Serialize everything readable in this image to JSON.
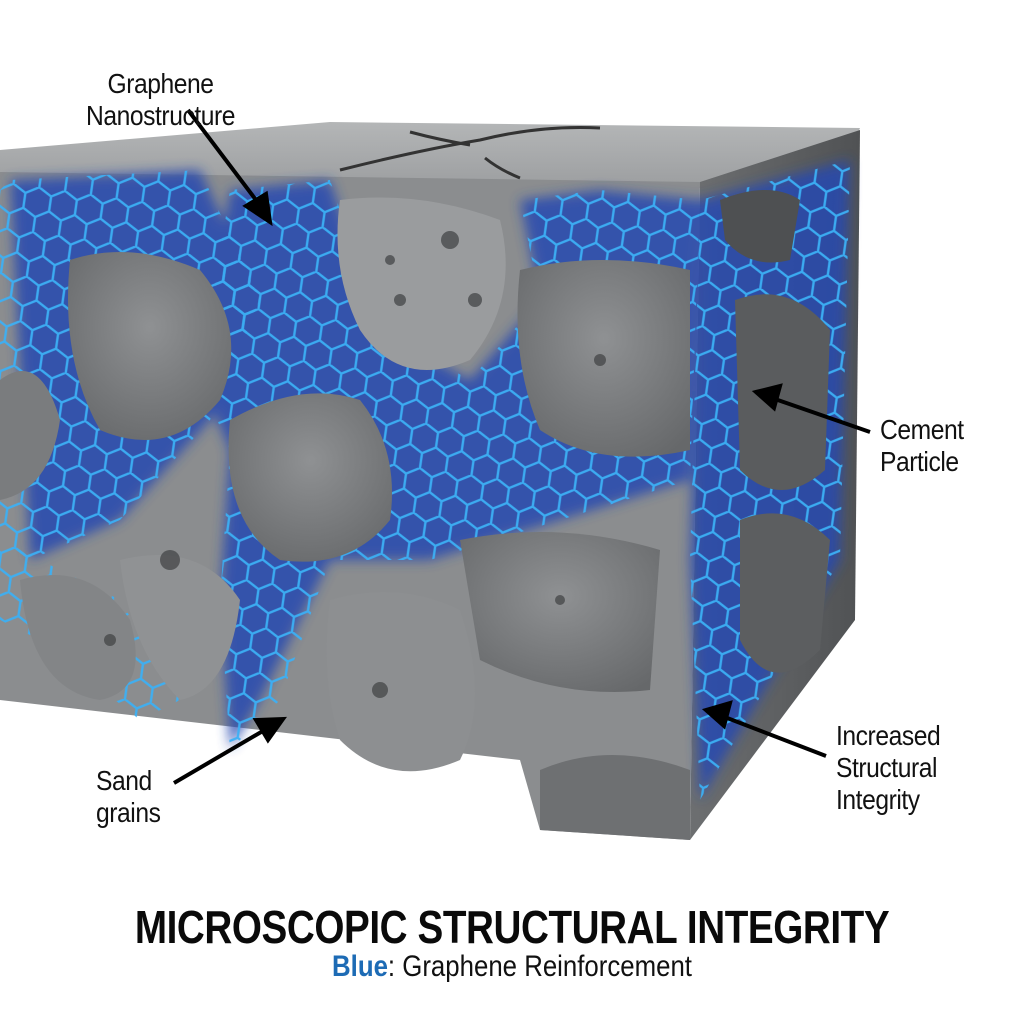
{
  "diagram": {
    "subject": "Cut-away concrete block with graphene hexagonal lattice reinforcing between cement particles and sand grains",
    "colors": {
      "graphene": "#2aa3f0",
      "graphene_glow": "#1f3fa8",
      "concrete_light": "#9a9c9e",
      "concrete_dark": "#5f6163",
      "text": "#111111",
      "legend_key": "#1d6bb5"
    },
    "labels": {
      "graphene_nanostructure": [
        "Graphene",
        "Nanostructure"
      ],
      "cement_particle": [
        "Cement",
        "Particle"
      ],
      "increased_structural_integrity": [
        "Increased",
        "Structural",
        "Integrity"
      ],
      "sand_grains": [
        "Sand",
        "grains"
      ]
    }
  },
  "caption": {
    "title": "MICROSCOPIC STRUCTURAL INTEGRITY",
    "legend_key": "Blue",
    "legend_separator": ":",
    "legend_text": " Graphene Reinforcement"
  }
}
